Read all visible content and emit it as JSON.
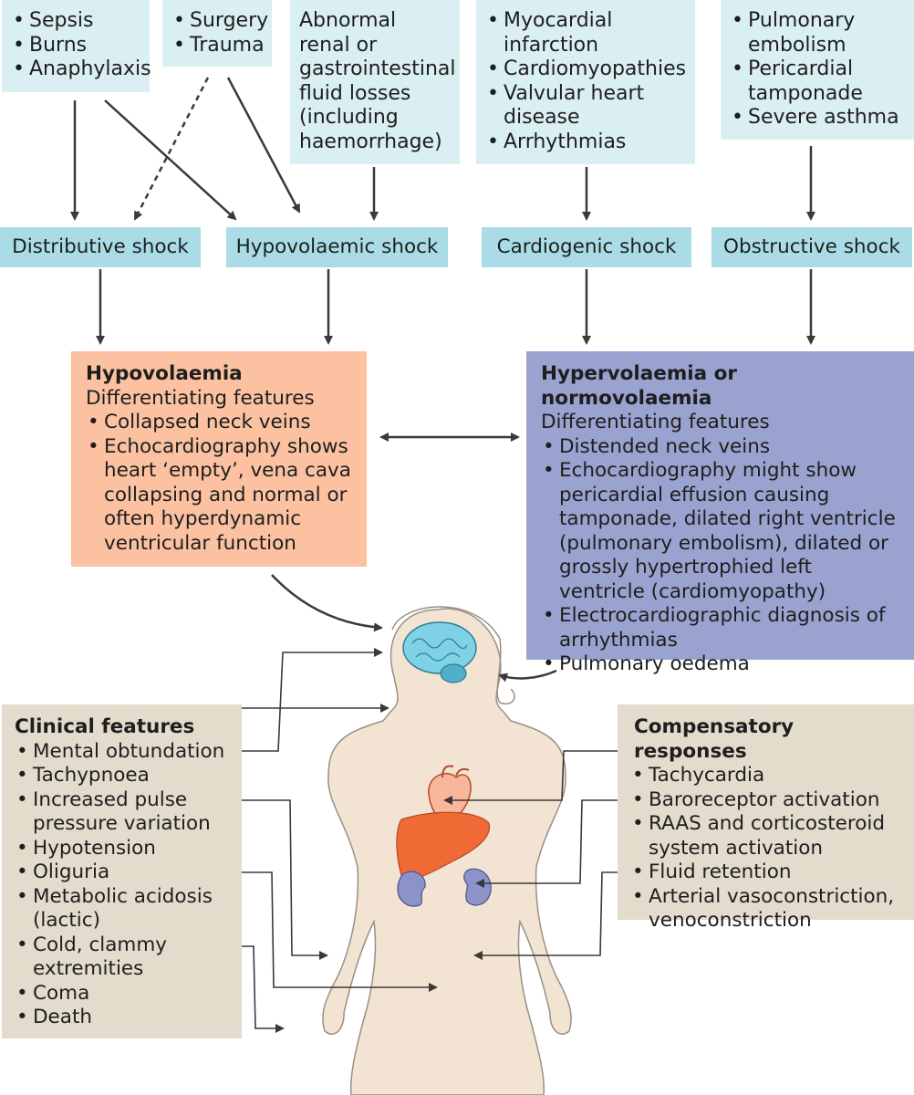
{
  "causes": {
    "distributive": [
      "Sepsis",
      "Burns",
      "Anaphylaxis"
    ],
    "surgery": [
      "Surgery",
      "Trauma"
    ],
    "fluid_loss": "Abnormal renal or gastrointestinal fluid losses (including haemorrhage)",
    "cardiac": [
      "Myocardial infarction",
      "Cardiomyopathies",
      "Valvular heart disease",
      "Arrhythmias"
    ],
    "obstructive": [
      "Pulmonary embolism",
      "Pericardial tamponade",
      "Severe asthma"
    ]
  },
  "shocks": {
    "distributive": "Distributive shock",
    "hypovolaemic": "Hypovolaemic shock",
    "cardiogenic": "Cardiogenic shock",
    "obstructive": "Obstructive shock"
  },
  "hypovolaemia": {
    "title": "Hypovolaemia",
    "subtitle": "Differentiating features",
    "items": [
      "Collapsed neck veins",
      "Echocardiography shows heart ‘empty’, vena cava collapsing and normal or often hyperdynamic ventricular function"
    ]
  },
  "hypervolaemia": {
    "title": "Hypervolaemia or normovolaemia",
    "subtitle": "Differentiating features",
    "items": [
      "Distended neck veins",
      "Echocardiography might show pericardial effusion causing tamponade, dilated right ventricle (pulmonary embolism), dilated or grossly hypertrophied left ventricle (cardiomyopathy)",
      "Electrocardiographic diagnosis of arrhythmias",
      "Pulmonary oedema"
    ]
  },
  "clinical": {
    "title": "Clinical features",
    "items": [
      "Mental obtundation",
      "Tachypnoea",
      "Increased pulse pressure variation",
      "Hypotension",
      "Oliguria",
      "Metabolic acidosis (lactic)",
      "Cold, clammy extremities",
      "Coma",
      "Death"
    ]
  },
  "compensatory": {
    "title": "Compensatory responses",
    "items": [
      "Tachycardia",
      "Baroreceptor activation",
      "RAAS and corticosteroid system activation",
      "Fluid retention",
      "Arterial vasoconstriction, venoconstriction"
    ]
  },
  "colors": {
    "cause_box": "#d9eff2",
    "shock_box": "#a9dce6",
    "hypovolaemia_box": "#fbc1a1",
    "hypervolaemia_box": "#9aa2cf",
    "feature_box": "#e3dccc",
    "body": "#f3e3d2",
    "brain": "#7fd1e6",
    "liver": "#f06a36",
    "heart": "#f8b79a",
    "kidney": "#8b93c9",
    "arrow": "#3a3a3a"
  },
  "icons": [
    "human-body-icon",
    "brain-icon",
    "heart-icon",
    "liver-icon",
    "kidney-icon"
  ]
}
